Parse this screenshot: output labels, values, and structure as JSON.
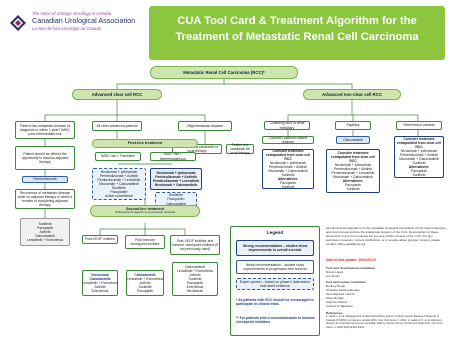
{
  "header": {
    "logo_line1": "The Voice of Urologic Oncology in Canada",
    "logo_line2": "Canadian Urological Association",
    "logo_line3": "La voix de l'uro-oncologie au Canada",
    "title_line1": "CUA Tool Card & Treatment Algorithm for the",
    "title_line2": "Treatment of Metastatic Renal Cell Carcinoma"
  },
  "top": {
    "mrcc": "Metastatic Renal Cell Carcinoma (RCC)*"
  },
  "branches": {
    "clear": "Advanced clear cell RCC",
    "nonclear": "Advanced non-clear cell RCC"
  },
  "clear": {
    "col1_a": "Patient has metastatic disease of diagnosis or within 1 year? IMDC poor-intermediate-risk",
    "col1_b": "Patient should be offered the opportunity to discuss adjuvant therapy",
    "col1_c": "Pembrolizumab",
    "col1_d": "Recurrence of metastatic disease while on adjuvant therapy or within 6 months of completing adjuvant therapy",
    "col1_list": [
      "Sunitinib",
      "Pazopanib",
      "Axitinib",
      "Cabozantinib",
      "Lenvatinib + Everolimus"
    ],
    "col2": "All other advanced patients",
    "col3": "Oligometastatic disease",
    "col3_b": "Patient is not a candidate for local therapy",
    "col3_c": "Patient is a candidate for local therapy",
    "first_line": "First-line treatment",
    "fl_left_hdr": "IMDC risk = Favorable",
    "fl_left_list": [
      "Nivolumab + Ipilimumab",
      "Pembrolizumab + Axitinib",
      "Pembrolizumab + Lenvatinib",
      "Nivolumab + Cabozantinib",
      "Sunitinib³",
      "Pazopanib³",
      "Active surveillance"
    ],
    "fl_right_hdr": "IMDC risk = Intermediate/poor",
    "fl_right_list": [
      "Nivolumab + Ipilimumab",
      "Pembrolizumab + Axitinib",
      "Pembrolizumab + Lenvatinib",
      "Nivolumab + Cabozantinib"
    ],
    "fl_right_alt": [
      "Sunitinib³",
      "Pazopanib³",
      "Cabozantinib",
      "Active surveillance"
    ],
    "second_line": "Second-line treatment",
    "second_line_sub": "Preference for agents not previously received",
    "sl_cols": [
      "Post-VEGF inhibitor",
      "Post immune checkpoint inhibitor",
      "Post-VEGF inhibitor and immune checkpoint inhibitor (if not previously used)"
    ],
    "sl_col1": [
      "Nivolumab",
      "Cabozantinib",
      "Lenvatinib + Everolimus",
      "Axitinib",
      "Everolimus"
    ],
    "sl_col2": [
      "Cabozantinib",
      "Lenvatinib + Everolimus",
      "Axitinib",
      "Sunitinib",
      "Pazopanib"
    ],
    "sl_col3": [
      "Cabozantinib",
      "Lenvatinib + Everolimus",
      "Axitinib",
      "Sunitinib",
      "Pazopanib",
      "Everolimus",
      "Nivolumab"
    ]
  },
  "nonclear": {
    "col1": "Collecting duct or renal medullary",
    "col2": "Papillary",
    "col3": "Other/mixed variants",
    "cyto": "Cytotoxic platinum-based regimen",
    "cabo": "Cabozantinib",
    "consider1": "Consider treatment extrapolated from clear cell RCC",
    "list1": [
      "Nivolumab + Ipilimumab",
      "Pembrolizumab + Axitinib",
      "Nivolumab + Cabozantinib",
      "Sunitinib"
    ],
    "alt_label": "Alternatives:",
    "alt1": [
      "Pazopanib",
      "Sunitinib"
    ],
    "consider2": "Consider treatment extrapolated from clear cell RCC",
    "list2": [
      "Nivolumab + Ipilimumab",
      "Pembrolizumab + Axitinib",
      "Pembrolizumab + Lenvatinib",
      "Nivolumab + Cabozantinib"
    ],
    "alt2": [
      "Pazopanib",
      "Sunitinib"
    ],
    "consider3": "Consider treatment extrapolated from clear cell RCC",
    "list3": [
      "Nivolumab + Ipilimumab",
      "Pembrolizumab + Axitinib",
      "Nivolumab + Cabozantinib",
      "Sunitinib"
    ],
    "alt3_label": "Alternatives:",
    "alt3": [
      "Pazopanib",
      "Sunitinib"
    ]
  },
  "legend": {
    "title": "Legend",
    "item1": "Strong recommendation – studies show improvements in overall survival",
    "item2": "Weak recommendation – studies show improvements in progression-free survival",
    "item3": "Expert opinion – based on phase II data and/or real-world evidence",
    "note1": "* All patients with RCC should be encouraged to participate in clinical trials.",
    "note2": "** For patients with a contraindication to immune checkpoint inhibitors"
  },
  "info": {
    "para": "All educational materials from the Canadian Urological Association (CUA) have undergone approval process and are the intellectual property of the CUA. Reproduction of these documents in any form requires the express written consent of the CUA. For any permission requests, content clarification, or to enquire about program content, please contact: tiffany.pelal@cua.org.",
    "date": "Date of last update: 2023-05-19",
    "dev_title": "Tool card development committee:",
    "dev": [
      "Nicole Lalani",
      "Luc Mouki"
    ],
    "review_title": "Tool card review committee:",
    "review": [
      "Rodney Breau",
      "Christina Kattimandenger",
      "Jean-Baptiste Lattouf",
      "Scott Morgan",
      "Stephen Pautler",
      "Antonio S. Bassapis"
    ],
    "refs_title": "References:",
    "refs": "1. Card C, et al. Management of advanced kidney cancer: Kidney Cancer Research Network of Canada (KCRNC) consensus update 2021. Can Urol Assoc J. 2021. 2. Lalani A-K, et al. Adjuvant therapy for resected carcinoma: Canadian Kidney Cancer Forum Consensus Statement. Can Urol Assoc J. 2022;16(6):E318-E331."
  }
}
